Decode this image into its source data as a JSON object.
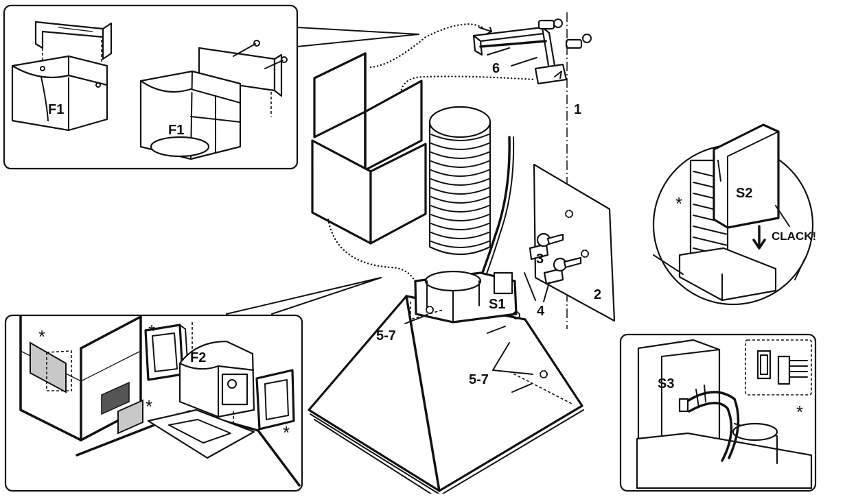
{
  "labels": {
    "f1_a": "F1",
    "f1_b": "F1",
    "f2": "F2",
    "s1": "S1",
    "s2": "S2",
    "s3": "S3",
    "n1": "1",
    "n2": "2",
    "n3": "3",
    "n4": "4",
    "n6": "6",
    "n57_a": "5-7",
    "n57_b": "5-7",
    "clack": "CLACK!",
    "asterisk": "*"
  }
}
